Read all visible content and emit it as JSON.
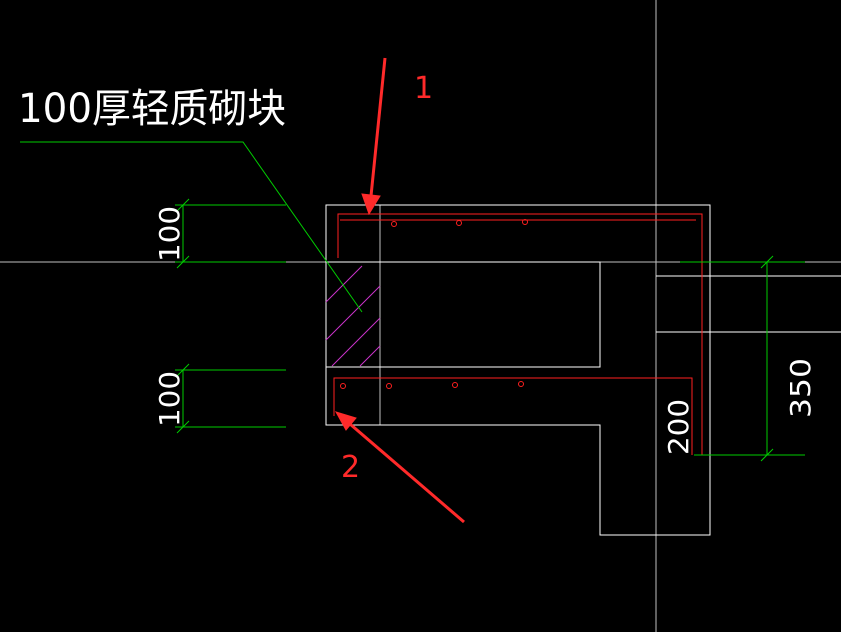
{
  "drawing": {
    "background": "#000000",
    "colors": {
      "outline": "#ffffff",
      "grid": "#bfbfbf",
      "dimension": "#00cc00",
      "rebar": "#ff2020",
      "hatch": "#cc33cc",
      "annotation": "#ff2a2a",
      "text": "#ffffff"
    },
    "labels": {
      "material_note": "100厚轻质砌块",
      "marker_1": "1",
      "marker_2": "2"
    },
    "dimensions": {
      "top_left": "100",
      "bottom_left": "100",
      "inner_right": "200",
      "outer_right": "350"
    }
  }
}
